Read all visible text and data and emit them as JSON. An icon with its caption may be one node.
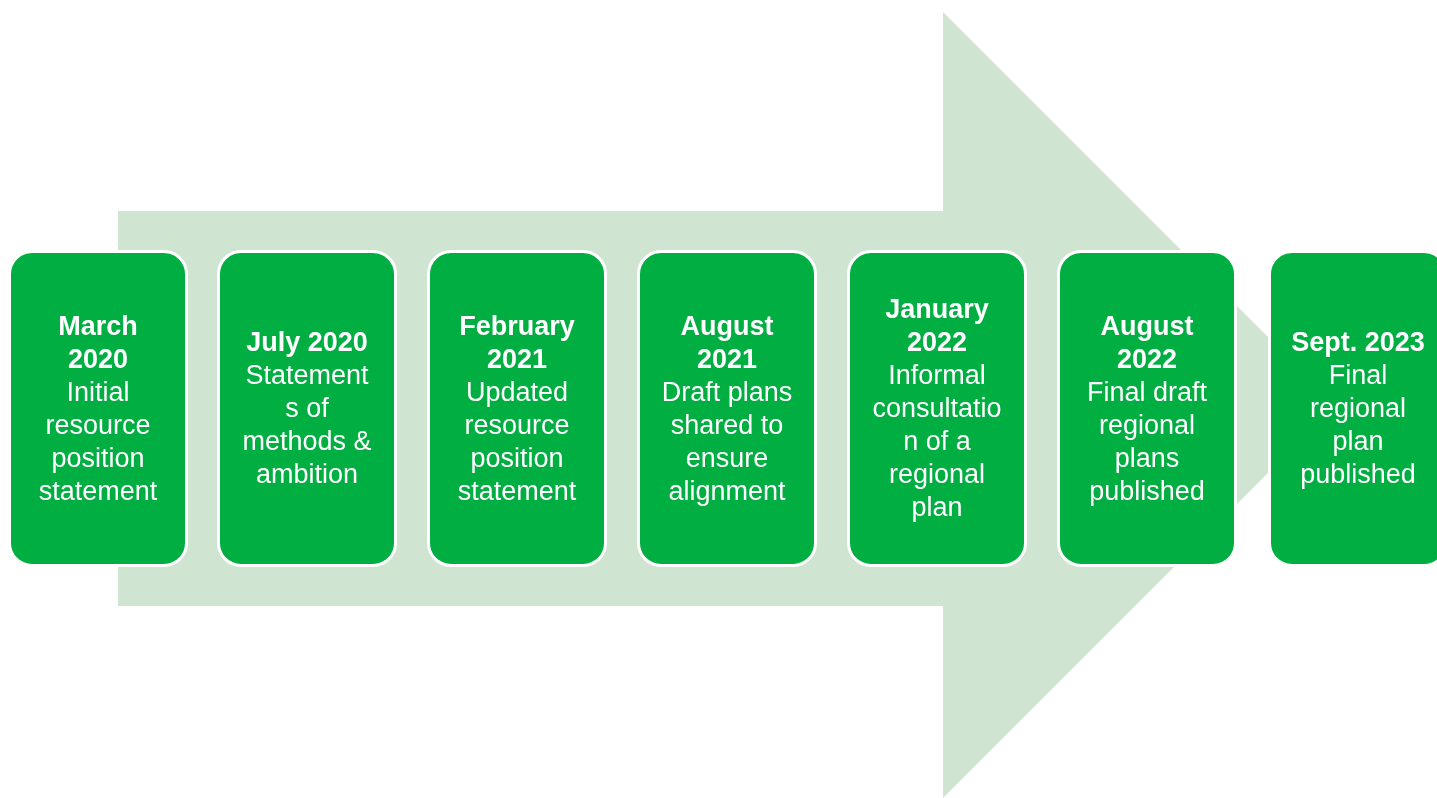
{
  "diagram": {
    "nodes": [
      {
        "text": [
          "March 2020",
          "Initial resource position statement"
        ]
      },
      {
        "text": [
          "July 2020",
          "Statements of methods & ambition"
        ]
      },
      {
        "text": [
          "February 2021",
          "Updated resource position statement"
        ]
      },
      {
        "text": [
          "August 2021",
          "Draft plans shared to ensure alignment"
        ]
      },
      {
        "text": [
          "January 2022",
          "Informal consultation of a regional plan"
        ]
      },
      {
        "text": [
          "August 2022",
          "Final draft regional plans published"
        ]
      },
      {
        "text": [
          "Sept. 2023",
          "Final regional plan published"
        ]
      }
    ],
    "edges": [
      {
        "from": 0,
        "to": 6,
        "arrow": "to"
      }
    ]
  }
}
